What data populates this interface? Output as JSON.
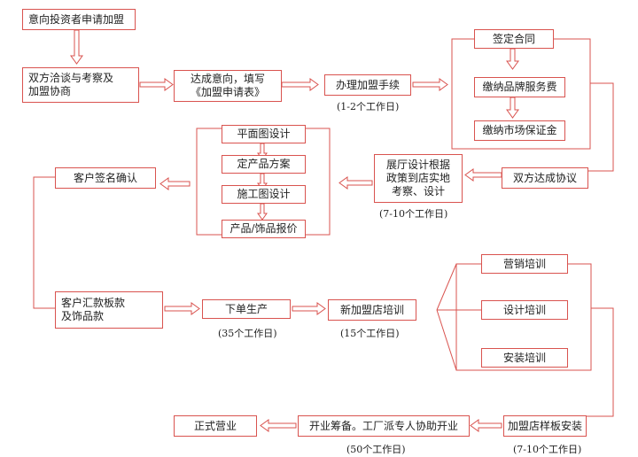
{
  "steps": {
    "intent": "意向投资者申请加盟",
    "negotiate": "双方洽谈与考察及\n加盟协商",
    "reach_intent": "达成意向，填写\n《加盟申请表》",
    "procedures": "办理加盟手续",
    "procedures_note": "(1-2个工作日)",
    "sign_contract": "签定合同",
    "brand_fee": "缴纳品牌服务费",
    "deposit": "缴纳市场保证金",
    "agreement": "双方达成协议",
    "showroom_design": "展厅设计根据\n政策到店实地\n考察、设计",
    "showroom_note": "(7-10个工作日)",
    "floor_plan": "平面图设计",
    "product_plan": "定产品方案",
    "construction": "施工图设计",
    "quote": "产品/饰品报价",
    "customer_sign": "客户签名确认",
    "customer_pay": "客户汇款板款\n及饰品款",
    "production": "下单生产",
    "production_note": "(35个工作日)",
    "training": "新加盟店培训",
    "training_note": "(15个工作日)",
    "marketing_training": "营销培训",
    "design_training": "设计培训",
    "install_training": "安装培训",
    "sample_install": "加盟店样板安装",
    "sample_note": "(7-10个工作日)",
    "prep": "开业筹备。工厂派专人协助开业",
    "prep_note": "(50个工作日)",
    "open": "正式营业"
  },
  "colors": {
    "line": "#d9534f",
    "text": "#222222"
  }
}
